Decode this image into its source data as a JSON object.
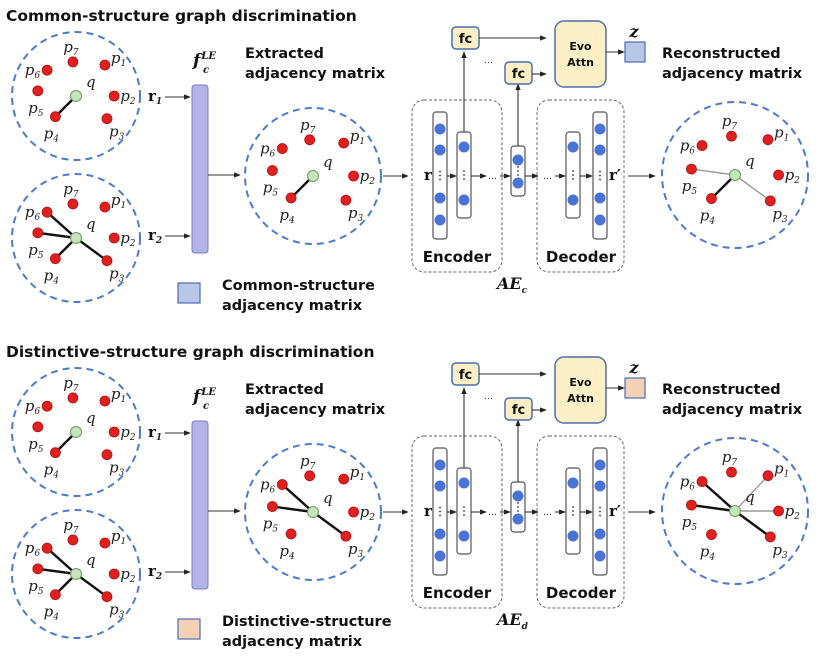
{
  "colors": {
    "circle_border": "#4a7bd0",
    "node_red": "#e02020",
    "node_query": "#c9e3bf",
    "node_query_stroke": "#6a9a60",
    "edge_strong": "#111111",
    "edge_weak": "#9a9a9a",
    "le_bar": "#b3b3e8",
    "le_bar_stroke": "#7a7ac8",
    "fc_fill": "#fcefc6",
    "fc_stroke": "#4a6fb0",
    "neuron": "#4a73d8",
    "common_matrix": "#b8c7e8",
    "distinctive_matrix": "#f4d0b4"
  },
  "labels": {
    "q": "q",
    "p_prefix": "p",
    "r1": "r",
    "r1_sub": "1",
    "r2": "r",
    "r2_sub": "2",
    "r": "r",
    "r_prime": "r′",
    "fc": "fc",
    "evo_line1": "Evo",
    "evo_line2": "Attn",
    "z": "z",
    "encoder": "Encoder",
    "decoder": "Decoder",
    "extracted_line1": "Extracted",
    "extracted_line2": "adjacency matrix",
    "reconstructed_line1": "Reconstructed",
    "reconstructed_line2": "adjacency matrix",
    "fle_main": "f",
    "fle_sup": "LE",
    "fle_sub": "c",
    "ellipsis": "…"
  },
  "panels": [
    {
      "id": "common",
      "title": "Common-structure graph discrimination",
      "legend_line1": "Common-structure",
      "legend_line2": "adjacency matrix",
      "matrix_color_key": "common_matrix",
      "ae_main": "AE",
      "ae_sub": "c",
      "graph_r1_edges": [
        {
          "to": 4,
          "w": "strong"
        }
      ],
      "graph_r2_edges": [
        {
          "to": 6,
          "w": "strong"
        },
        {
          "to": 5,
          "w": "strong"
        },
        {
          "to": 4,
          "w": "strong"
        },
        {
          "to": 3,
          "w": "strong"
        }
      ],
      "extracted_edges": [
        {
          "to": 4,
          "w": "strong"
        }
      ],
      "reconstructed_edges": [
        {
          "to": 5,
          "w": "weak"
        },
        {
          "to": 4,
          "w": "strong"
        },
        {
          "to": 3,
          "w": "weak"
        }
      ]
    },
    {
      "id": "distinctive",
      "title": "Distinctive-structure graph discrimination",
      "legend_line1": "Distinctive-structure",
      "legend_line2": "adjacency matrix",
      "matrix_color_key": "distinctive_matrix",
      "ae_main": "AE",
      "ae_sub": "d",
      "graph_r1_edges": [
        {
          "to": 4,
          "w": "strong"
        }
      ],
      "graph_r2_edges": [
        {
          "to": 6,
          "w": "strong"
        },
        {
          "to": 5,
          "w": "strong"
        },
        {
          "to": 4,
          "w": "strong"
        },
        {
          "to": 3,
          "w": "strong"
        }
      ],
      "extracted_edges": [
        {
          "to": 6,
          "w": "strong"
        },
        {
          "to": 5,
          "w": "strong"
        },
        {
          "to": 3,
          "w": "strong"
        }
      ],
      "reconstructed_edges": [
        {
          "to": 6,
          "w": "strong"
        },
        {
          "to": 1,
          "w": "weak"
        },
        {
          "to": 2,
          "w": "weak"
        },
        {
          "to": 5,
          "w": "strong"
        },
        {
          "to": 3,
          "w": "strong"
        }
      ]
    }
  ]
}
